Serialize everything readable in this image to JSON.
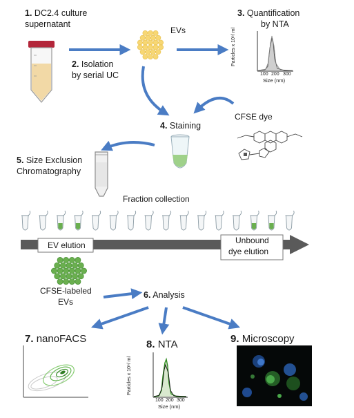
{
  "steps": {
    "s1": {
      "num": "1.",
      "line1": "DC2.4 culture",
      "line2": "supernatant"
    },
    "s2": {
      "num": "2.",
      "line1": "Isolation",
      "line2": "by serial UC"
    },
    "s3": {
      "num": "3.",
      "line1": "Quantification",
      "line2": "by NTA"
    },
    "s4": {
      "num": "4.",
      "label": "Staining"
    },
    "s5": {
      "num": "5.",
      "line1": "Size Exclusion",
      "line2": "Chromatography"
    },
    "s6": {
      "num": "6.",
      "label": "Analysis"
    },
    "s7": {
      "num": "7.",
      "label": "nanoFACS"
    },
    "s8": {
      "num": "8.",
      "label": "NTA"
    },
    "s9": {
      "num": "9.",
      "label": "Microscopy"
    }
  },
  "labels": {
    "evs": "EVs",
    "cfse_dye": "CFSE dye",
    "fraction_collection": "Fraction collection",
    "ev_elution": "EV elution",
    "unbound_line1": "Unbound",
    "unbound_line2": "dye elution",
    "cfse_labeled_line1": "CFSE-labeled",
    "cfse_labeled_line2": "EVs"
  },
  "nta_top": {
    "ylabel": "Particles x 10⁶/ ml",
    "xlabel": "Size (nm)",
    "ticks": [
      "100",
      "200",
      "300"
    ]
  },
  "nta_bottom": {
    "ylabel": "Particles x 10⁶/ ml",
    "xlabel": "Size (nm)",
    "ticks": [
      "100",
      "200",
      "300"
    ]
  },
  "colors": {
    "arrow_blue": "#4a7cc4",
    "ev_yellow": "#f7d774",
    "cfse_green": "#6aaf4f",
    "tube_cap": "#b3263a",
    "elution_bar": "#5a5a5a"
  }
}
